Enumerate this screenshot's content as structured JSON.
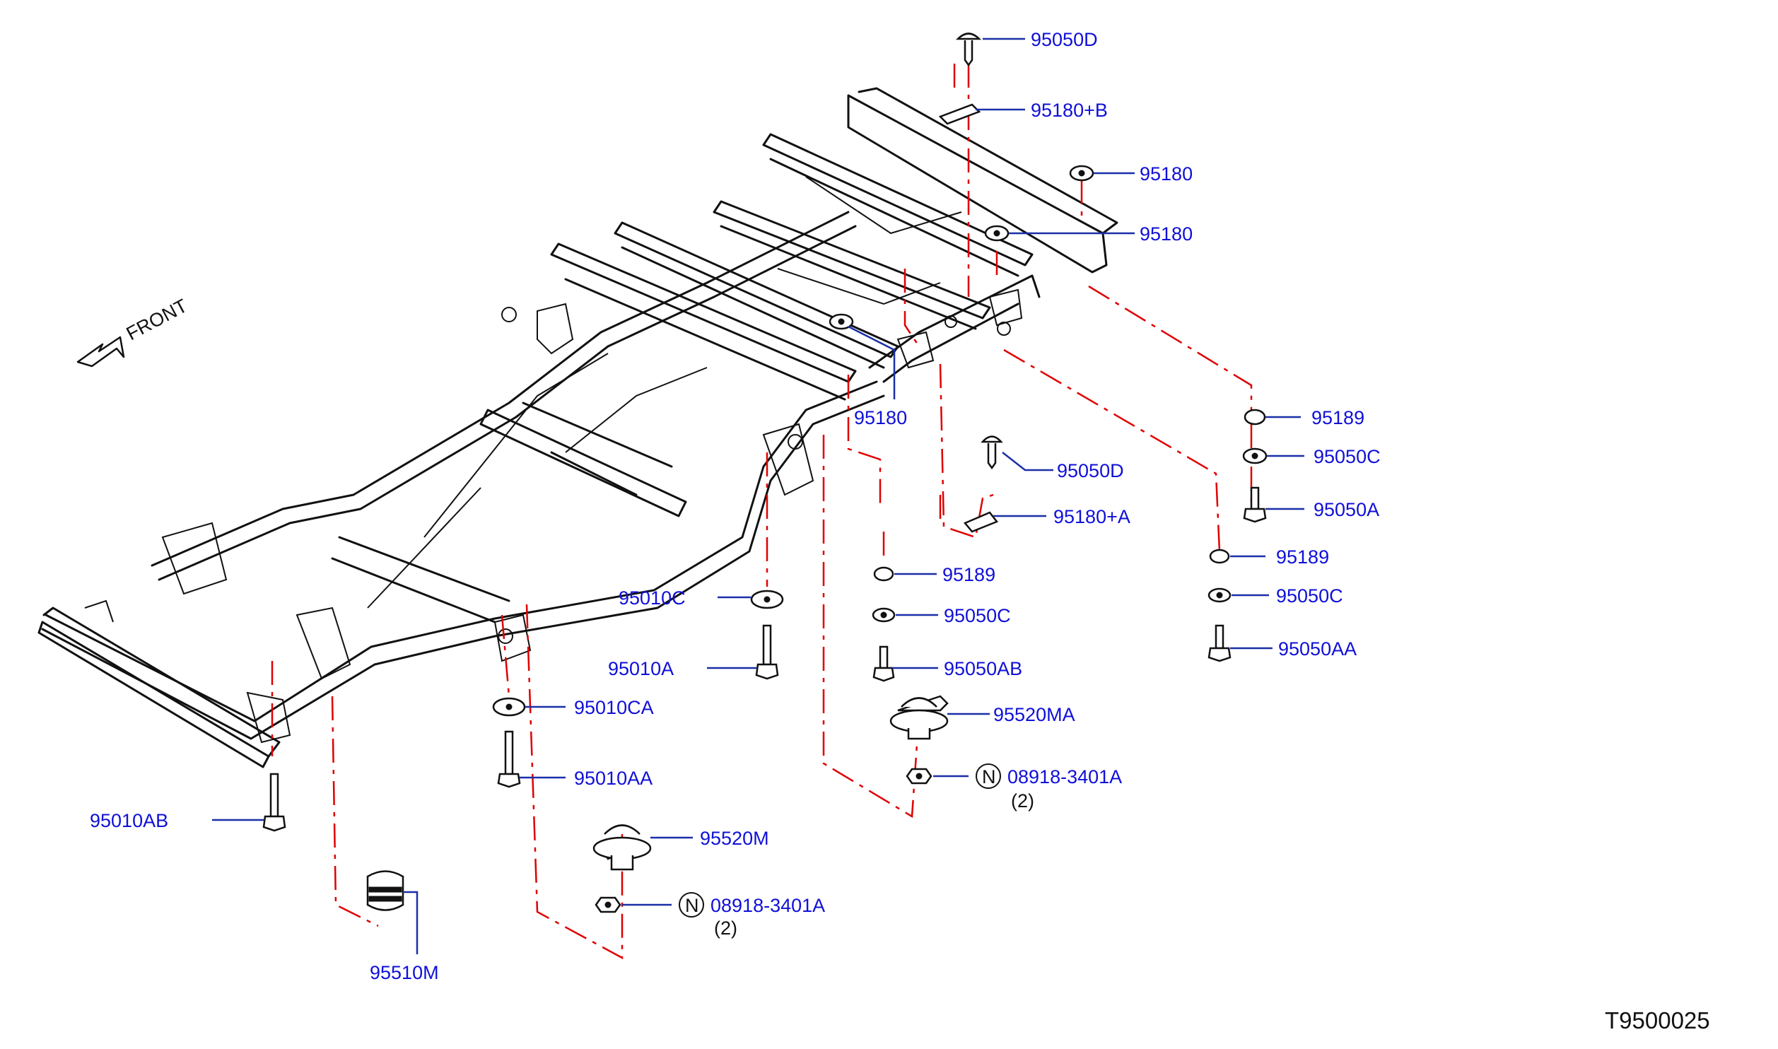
{
  "front_label": "FRONT",
  "diagram_id": "T9500025",
  "callouts": {
    "c95050D_top": "95050D",
    "c95180B": "95180+B",
    "c95180_r1": "95180",
    "c95180_r2": "95180",
    "c95180_mid": "95180",
    "c95050D_mid": "95050D",
    "c95180A": "95180+A",
    "c95189_mid": "95189",
    "c95050C_mid": "95050C",
    "c95050AB": "95050AB",
    "c95520MA": "95520MA",
    "c08918_r": "08918-3401A",
    "c08918_r_qty": "(2)",
    "c95189_r1": "95189",
    "c95050C_r1": "95050C",
    "c95050A": "95050A",
    "c95189_r2": "95189",
    "c95050C_r2": "95050C",
    "c95050AA": "95050AA",
    "c95010C": "95010C",
    "c95010A": "95010A",
    "c95010CA": "95010CA",
    "c95010AA": "95010AA",
    "c95010AB": "95010AB",
    "c95520M": "95520M",
    "c08918_l": "08918-3401A",
    "c08918_l_qty": "(2)",
    "c95510M": "95510M",
    "n_mark_1": "N",
    "n_mark_2": "N"
  },
  "colors": {
    "label": "#1010d8",
    "leader": "#1a2fa8",
    "phantom_line": "#e00000",
    "line_art": "#111111"
  }
}
